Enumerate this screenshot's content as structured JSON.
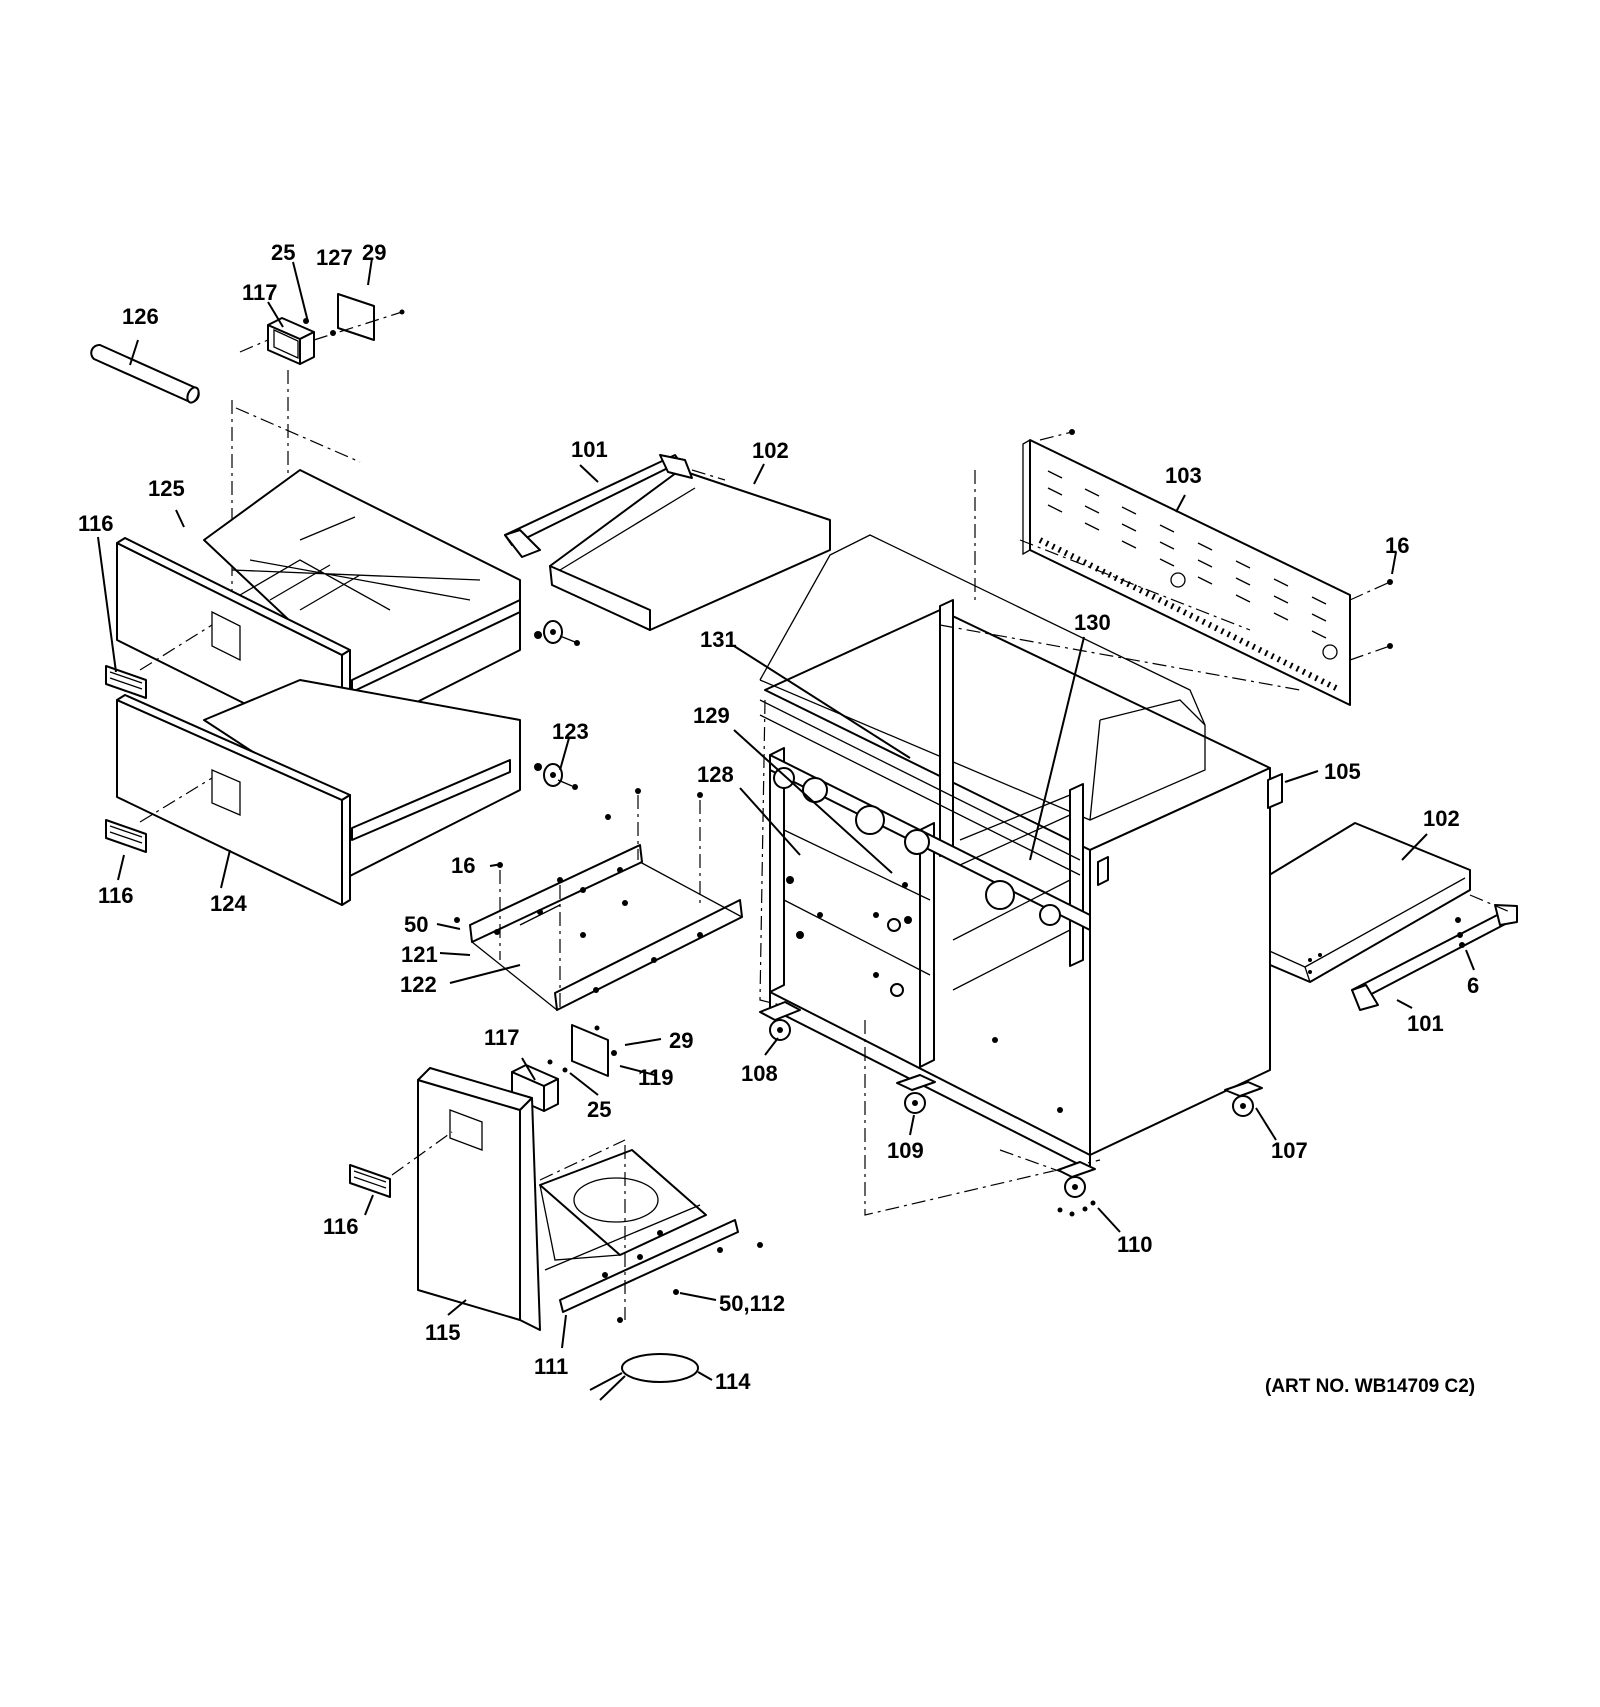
{
  "caption": "(ART NO. WB14709 C2)",
  "callouts": [
    "25",
    "127",
    "29",
    "117",
    "126",
    "101",
    "102",
    "103",
    "16",
    "125",
    "116",
    "131",
    "130",
    "129",
    "123",
    "128",
    "105",
    "102",
    "16",
    "50",
    "121",
    "122",
    "124",
    "116",
    "6",
    "101",
    "117",
    "29",
    "119",
    "108",
    "25",
    "109",
    "107",
    "116",
    "110",
    "50,112",
    "115",
    "111",
    "114"
  ]
}
